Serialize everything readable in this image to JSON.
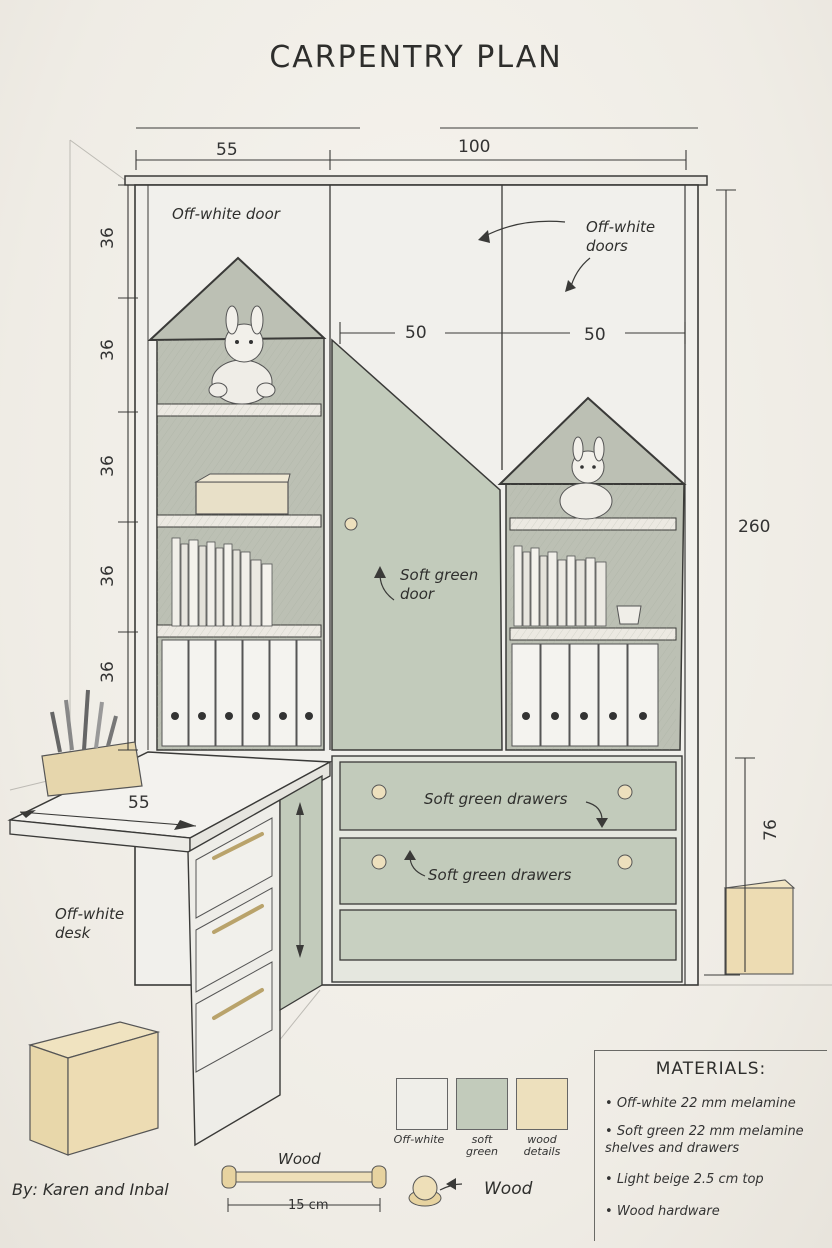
{
  "title": "CARPENTRY PLAN",
  "dimensions": {
    "top_left": "55",
    "top_right": "100",
    "inner_left": "50",
    "inner_right": "50",
    "height_total": "260",
    "desk_height": "76",
    "desk_depth": "55",
    "side_segments": [
      "36",
      "36",
      "36",
      "36",
      "36"
    ],
    "handle_length": "15 cm"
  },
  "notes": {
    "off_white_door": "Off-white door",
    "off_white_doors": "Off-white doors",
    "soft_green_door": "Soft green door",
    "soft_green_drawers_1": "Soft green drawers",
    "soft_green_drawers_2": "Soft green drawers",
    "off_white_desk": "Off-white desk",
    "wood_handle": "Wood",
    "wood_knob": "Wood"
  },
  "swatches": [
    {
      "label": "Off-white",
      "color": "#efeee9"
    },
    {
      "label": "soft green",
      "color": "#c2cbbb"
    },
    {
      "label": "wood details",
      "color": "#ede0bd"
    }
  ],
  "materials": {
    "title": "MATERIALS:",
    "items": [
      "Off-white 22 mm melamine",
      "Soft green 22 mm melamine shelves and drawers",
      "Light beige 2.5 cm top",
      "Wood hardware"
    ]
  },
  "credit": "By: Karen and Inbal",
  "colors": {
    "ink": "#3a3a38",
    "off_white": "#efeee9",
    "soft_green": "#c2cbbb",
    "wood": "#ede0bd"
  }
}
